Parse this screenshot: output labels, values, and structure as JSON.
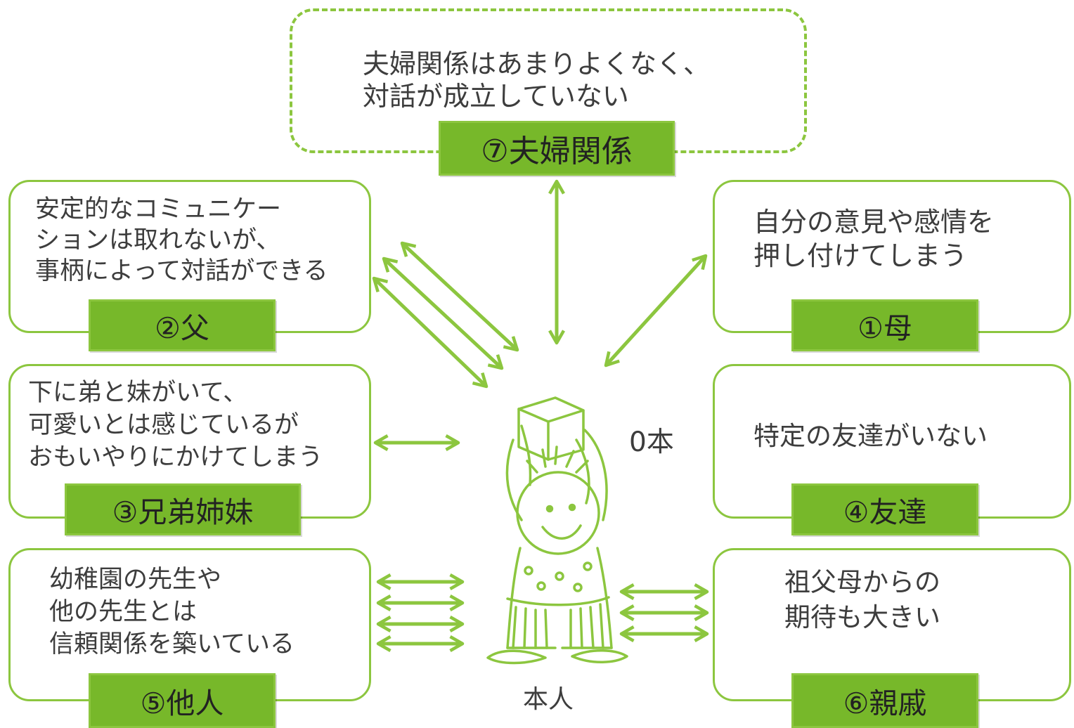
{
  "couple": {
    "text": "夫婦関係はあまりよくなく、\n対話が成立していない",
    "label": "⑦夫婦関係"
  },
  "father": {
    "text": "安定的なコミュニケー\nションは取れないが、\n事柄によって対話ができる",
    "label": "②父"
  },
  "mother": {
    "text": "自分の意見や感情を\n押し付けてしまう",
    "label": "①母"
  },
  "siblings": {
    "text": "下に弟と妹がいて、\n可愛いとは感じているが\nおもいやりにかけてしまう",
    "label": "③兄弟姉妹"
  },
  "friends": {
    "text": "特定の友達がいない",
    "label": "④友達"
  },
  "others": {
    "text": "幼稚園の先生や\n他の先生とは\n信頼関係を築いている",
    "label": "⑤他人"
  },
  "relatives": {
    "text": "祖父母からの\n期待も大きい",
    "label": "⑥親戚"
  },
  "center": {
    "caption": "本人",
    "count": "0本"
  },
  "colors": {
    "accent": "#8cc63f",
    "label_fill": "#77b82a",
    "text": "#3d3d3d"
  }
}
